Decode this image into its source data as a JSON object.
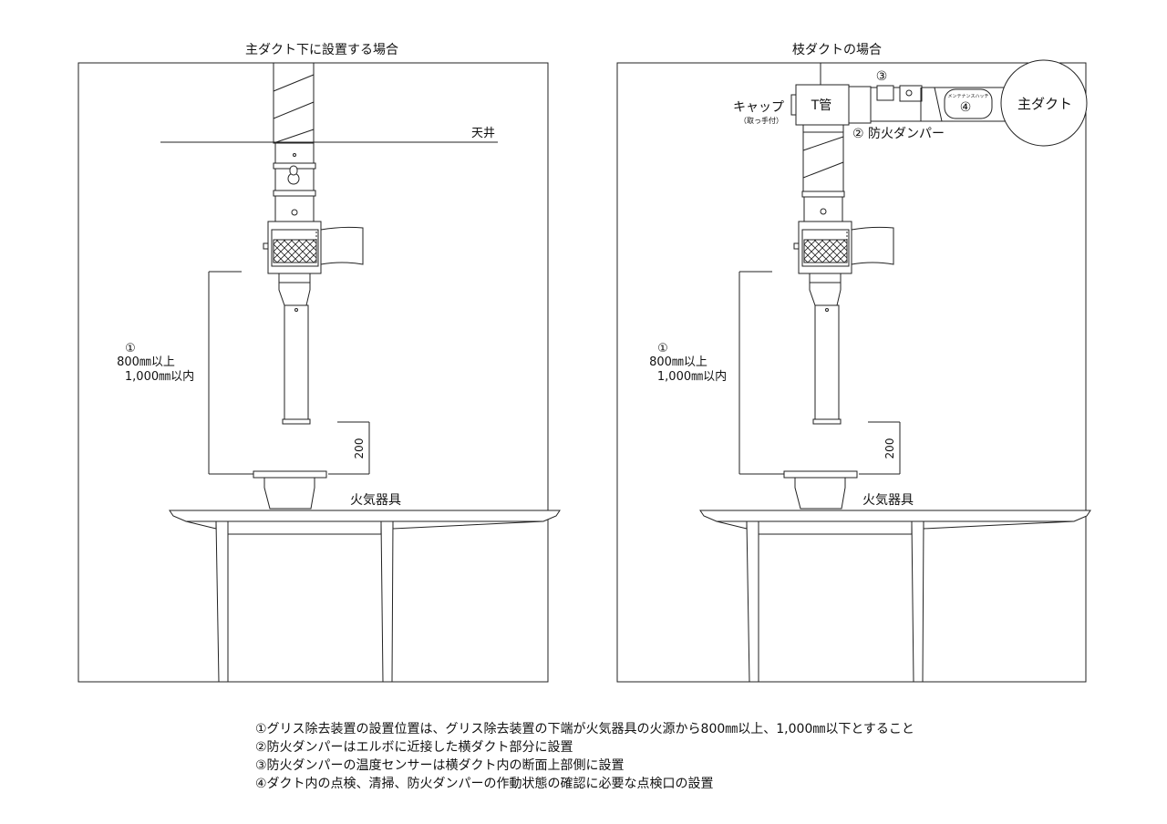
{
  "left": {
    "title": "主ダクト下に設置する場合",
    "ceiling": "天井",
    "dim_marker": "①",
    "dim_min": "800㎜以上",
    "dim_max": "1,000㎜以内",
    "dim_200": "200",
    "appliance": "火気器具"
  },
  "right": {
    "title": "枝ダクトの場合",
    "cap": "キャップ",
    "cap_note": "（取っ手付）",
    "t_pipe": "T管",
    "marker3": "③",
    "damper": "② 防火ダンパー",
    "hatch": "メンテナンスハッチ",
    "marker4": "④",
    "main_duct": "主ダクト",
    "dim_marker": "①",
    "dim_min": "800㎜以上",
    "dim_max": "1,000㎜以内",
    "dim_200": "200",
    "appliance": "火気器具"
  },
  "notes": [
    "①グリス除去装置の設置位置は、グリス除去装置の下端が火気器具の火源から800㎜以上、1,000㎜以下とすること",
    "②防火ダンパーはエルボに近接した横ダクト部分に設置",
    "③防火ダンパーの温度センサーは横ダクト内の断面上部側に設置",
    "④ダクト内の点検、清掃、防火ダンパーの作動状態の確認に必要な点検口の設置"
  ]
}
